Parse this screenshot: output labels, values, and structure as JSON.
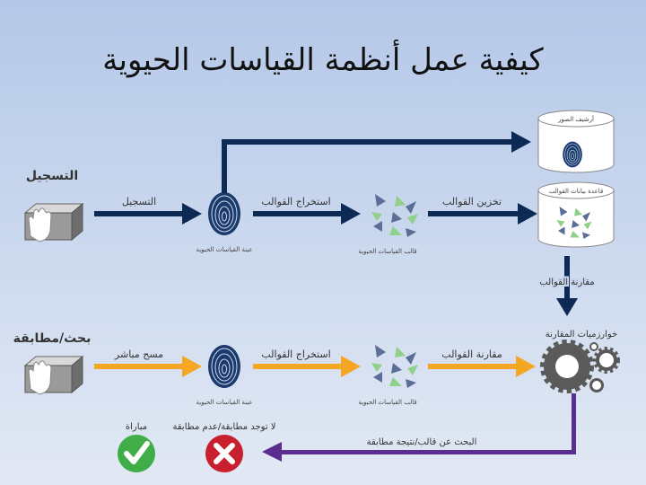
{
  "title": "كيفية عمل أنظمة القياسات الحيوية",
  "enrollment": {
    "section": "التسجيل",
    "step1": "التسجيل",
    "sample": "عينة القياسات الحيوية",
    "step2": "استخراج القوالب",
    "template": "قالب القياسات الحيوية",
    "step3": "تخزين القوالب",
    "archive": "أرشيف الصور",
    "database": "قاعدة بيانات القوالب",
    "compare_down": "مقارنة القوالب"
  },
  "matching": {
    "section": "بحث/مطابقة",
    "step1": "مسح مباشر",
    "sample": "عينة القياسات الحيوية",
    "step2": "استخراج القوالب",
    "template": "قالب القياسات الحيوية",
    "step3": "مقارنة القوالب",
    "algorithms": "خوارزميات المقارنة",
    "result_path": "البحث عن قالب/نتيجة مطابقة",
    "no_match": "لا توجد مطابقة/عدم مطابقة",
    "match": "مباراة"
  },
  "colors": {
    "navy": "#0d2a55",
    "orange": "#f5a623",
    "purple": "#5b2d8e",
    "green": "#3fae49",
    "red": "#c8202f"
  }
}
